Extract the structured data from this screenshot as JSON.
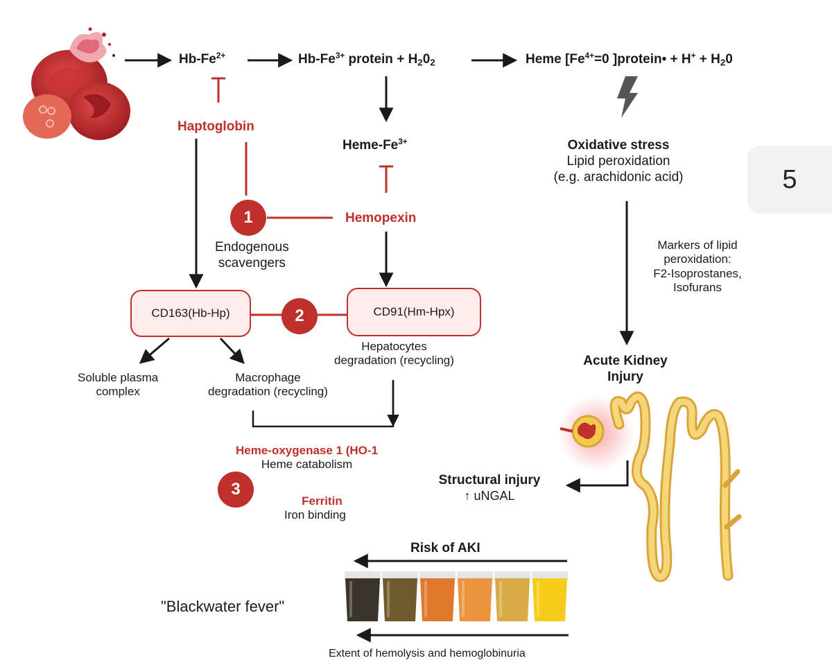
{
  "page_number": "5",
  "reactions": {
    "hb_fe2_base": "Hb-Fe",
    "hb_fe2_sup": "2+",
    "hb_fe3_base": "Hb-Fe",
    "hb_fe3_sup": "3+",
    "hb_fe3_mid": " protein + H",
    "hb_fe3_sub1": "2",
    "hb_fe3_o": "0",
    "hb_fe3_sub2": "2",
    "heme_fe4_pre": "Heme [Fe",
    "heme_fe4_sup": "4+",
    "heme_fe4_mid": "=0 ]protein• + H",
    "heme_fe4_hsup": "+",
    "heme_fe4_h2o": " + H",
    "heme_fe4_sub": "2",
    "heme_fe4_end": "0",
    "heme_fe3_base": "Heme-Fe",
    "heme_fe3_sup": "3+"
  },
  "scavengers": {
    "haptoglobin": "Haptoglobin",
    "hemopexin": "Hemopexin",
    "endogenous_line1": "Endogenous",
    "endogenous_line2": "scavengers"
  },
  "badges": {
    "one": "1",
    "two": "2",
    "three": "3"
  },
  "receptors": {
    "cd163": "CD163(Hb-Hp)",
    "cd91": "CD91(Hm-Hpx)"
  },
  "outcomes": {
    "soluble_line1": "Soluble plasma",
    "soluble_line2": "complex",
    "macrophage_line1": "Macrophage",
    "macrophage_line2": "degradation (recycling)",
    "hepatocytes_line1": "Hepatocytes",
    "hepatocytes_line2": "degradation (recycling)"
  },
  "enzymes": {
    "ho1": "Heme-oxygenase 1 (HO-1",
    "ho1_desc": "Heme catabolism",
    "ferritin": "Ferritin",
    "ferritin_desc": "Iron binding"
  },
  "oxidative": {
    "title": "Oxidative stress",
    "line1": "Lipid peroxidation",
    "line2": "(e.g. arachidonic acid)",
    "markers_line1": "Markers of lipid",
    "markers_line2": "peroxidation:",
    "markers_line3": "F2-Isoprostanes,",
    "markers_line4": "Isofurans"
  },
  "kidney": {
    "aki_line1": "Acute Kidney",
    "aki_line2": "Injury",
    "structural": "Structural injury",
    "ungal": "↑ uNGAL"
  },
  "bottom": {
    "risk": "Risk of AKI",
    "blackwater": "\"Blackwater fever\"",
    "extent": "Extent of hemolysis and hemoglobinuria"
  },
  "urine_colors": [
    "#3b342c",
    "#6e5a2c",
    "#e0792c",
    "#ea9440",
    "#d8aa48",
    "#f6cc1a"
  ],
  "colors": {
    "accent_red": "#c0302b",
    "kidney_yellow": "#f2c94c"
  }
}
